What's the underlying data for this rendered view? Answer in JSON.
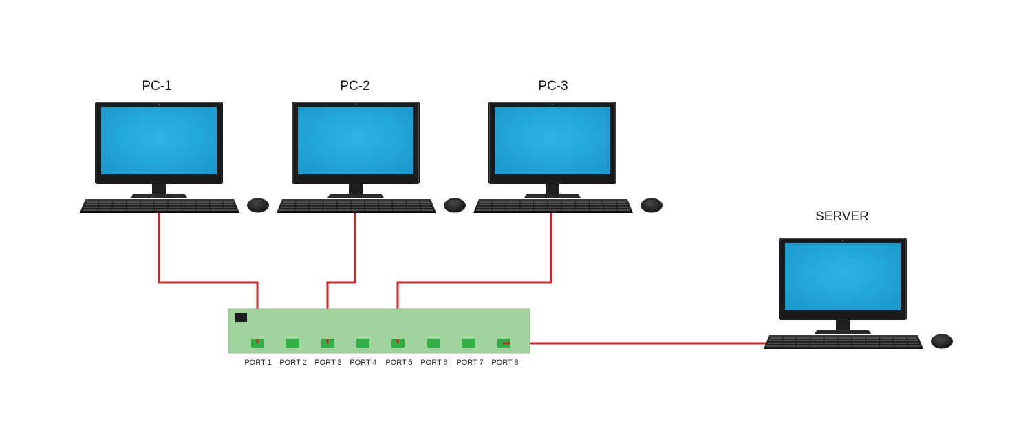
{
  "computers": [
    {
      "id": "pc1",
      "label": "PC-1"
    },
    {
      "id": "pc2",
      "label": "PC-2"
    },
    {
      "id": "pc3",
      "label": "PC-3"
    },
    {
      "id": "server",
      "label": "SERVER"
    }
  ],
  "switch": {
    "ports": [
      "PORT 1",
      "PORT 2",
      "PORT 3",
      "PORT 4",
      "PORT 5",
      "PORT 6",
      "PORT 7",
      "PORT 8"
    ]
  },
  "connections": [
    {
      "from": "PC-1",
      "to": "PORT 1"
    },
    {
      "from": "PC-2",
      "to": "PORT 3"
    },
    {
      "from": "PC-3",
      "to": "PORT 5"
    },
    {
      "from": "SERVER",
      "to": "PORT 8"
    }
  ],
  "colors": {
    "cable": "#cc2229",
    "switch_body": "#a3d39c",
    "switch_border": "#8fc488",
    "port": "#2eb045",
    "screen": "#1ea6d8",
    "monitor_frame": "#1b1b1b"
  }
}
